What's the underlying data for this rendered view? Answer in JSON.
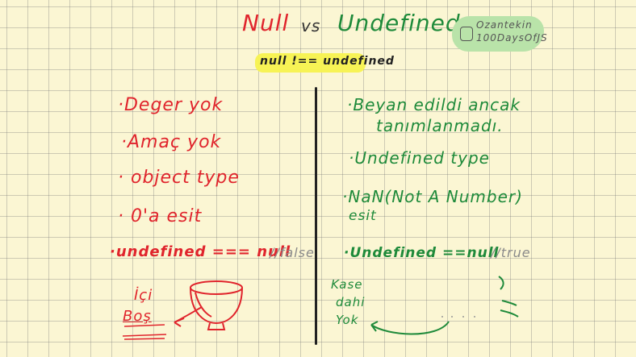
{
  "title": {
    "left": "Null",
    "vs": "vs",
    "right": "Undefined"
  },
  "highlight": "null !== undefined",
  "author": {
    "line1": "Ozantekin",
    "line2": "100DaysOfJS"
  },
  "left_column": [
    "·Deger yok",
    "·Amaç yok",
    "· object type",
    "· 0'a esit"
  ],
  "left_compare": {
    "expr": "·undefined === null",
    "result": "//false"
  },
  "left_drawing": {
    "line1": "İçi",
    "line2": "Boş"
  },
  "right_column": [
    "·Beyan edildi ancak",
    "tanımlanmadı.",
    "·Undefined type",
    "·NaN(Not A Number)",
    "esit"
  ],
  "right_compare": {
    "expr": "·Undefined ==null",
    "result": "//true"
  },
  "right_drawing": {
    "line1": "Kase",
    "line2": "dahi",
    "line3": "Yok"
  },
  "colors": {
    "null": "#e0242c",
    "undefined": "#1e8a3a",
    "comment": "#8a8a8a",
    "highlight": "#f7f24e",
    "author_bg": "#b9e3a9"
  }
}
